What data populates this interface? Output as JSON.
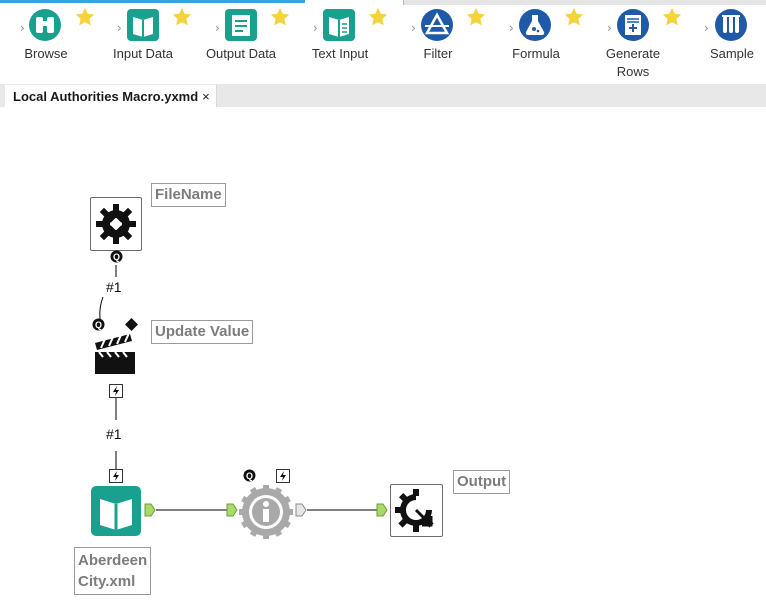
{
  "palette": {
    "tools": [
      {
        "label": "Browse",
        "icon": "binoculars-icon",
        "color": "#1aa08f"
      },
      {
        "label": "Input Data",
        "icon": "book-icon",
        "color": "#1aa08f"
      },
      {
        "label": "Output Data",
        "icon": "document-lines-icon",
        "color": "#1aa08f"
      },
      {
        "label": "Text Input",
        "icon": "book-grid-icon",
        "color": "#1aa08f"
      },
      {
        "label": "Filter",
        "icon": "filter-triangle-icon",
        "color": "#1e5aa8"
      },
      {
        "label": "Formula",
        "icon": "flask-icon",
        "color": "#1e5aa8"
      },
      {
        "label": "Generate Rows",
        "icon": "generate-rows-icon",
        "color": "#1e5aa8"
      },
      {
        "label": "Sample",
        "icon": "test-tubes-icon",
        "color": "#1e5aa8"
      }
    ],
    "favorite_icon": "star-icon",
    "star_color": "#f5d33a"
  },
  "tab": {
    "title": "Local Authorities Macro.yxmd",
    "close": "×"
  },
  "workflow": {
    "filename_label": "FileName",
    "update_value_label": "Update Value",
    "output_label": "Output",
    "input_label_line1": "Aberdeen",
    "input_label_line2": "City.xml",
    "connection_1": "#1",
    "connection_2": "#1",
    "question_anchor": "Q",
    "lightning_anchor": "⚡",
    "action_connector_color": "#000000",
    "data_anchor_color": "#a9d86b"
  }
}
